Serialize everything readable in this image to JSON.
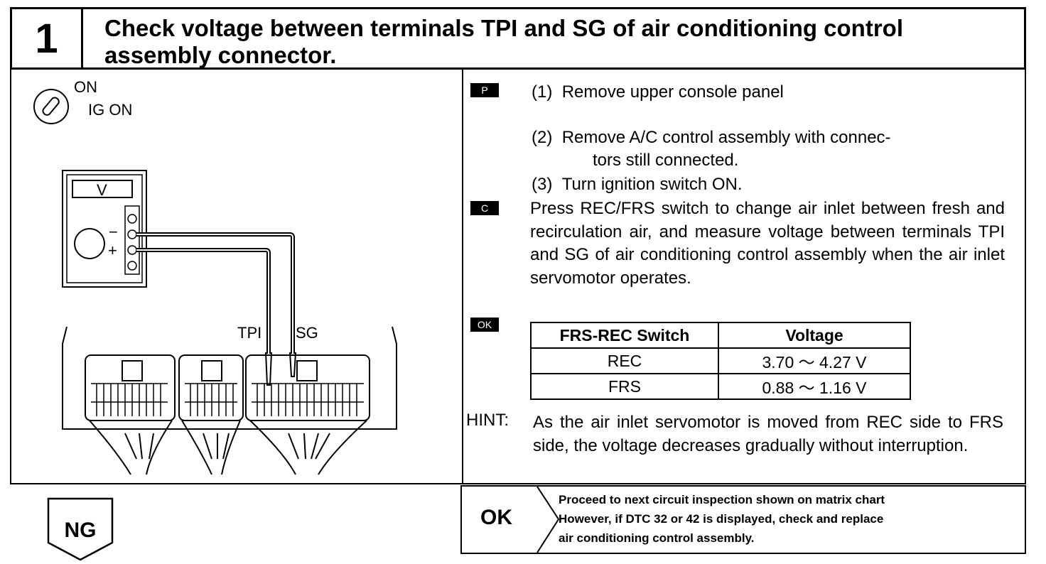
{
  "header": {
    "step_number": "1",
    "title": "Check voltage between terminals TPI and SG of air conditioning control assembly connector."
  },
  "diagram": {
    "ignition_on": "ON",
    "ignition_label": "IG ON",
    "meter_label": "V",
    "minus_sign": "−",
    "plus_sign": "+",
    "terminal_tpi": "TPI",
    "terminal_sg": "SG"
  },
  "badges": {
    "p": "P",
    "c": "C",
    "ok": "OK"
  },
  "steps": [
    {
      "num": "(1)",
      "text": "Remove upper console panel"
    },
    {
      "num": "(2)",
      "text": "Remove A/C control assembly with connec-",
      "cont": "tors still connected."
    },
    {
      "num": "(3)",
      "text": "Turn ignition switch ON."
    }
  ],
  "check_instruction": "Press REC/FRS switch to change air inlet between fresh and recirculation air, and measure voltage between terminals TPI and SG of air conditioning control assembly when the air inlet servomotor operates.",
  "table": {
    "headers": [
      "FRS-REC Switch",
      "Voltage"
    ],
    "rows": [
      [
        "REC",
        "3.70 〜 4.27 V"
      ],
      [
        "FRS",
        "0.88 〜 1.16 V"
      ]
    ]
  },
  "hint": {
    "label": "HINT:",
    "text": "As the air inlet servomotor is moved from REC side to FRS side, the voltage decreases gradually without interruption."
  },
  "result": {
    "ng_label": "NG",
    "ok_label": "OK",
    "ok_lines": [
      "Proceed to next circuit inspection shown on matrix chart",
      "However, if DTC 32 or 42 is displayed, check and replace",
      "air conditioning control assembly."
    ]
  }
}
